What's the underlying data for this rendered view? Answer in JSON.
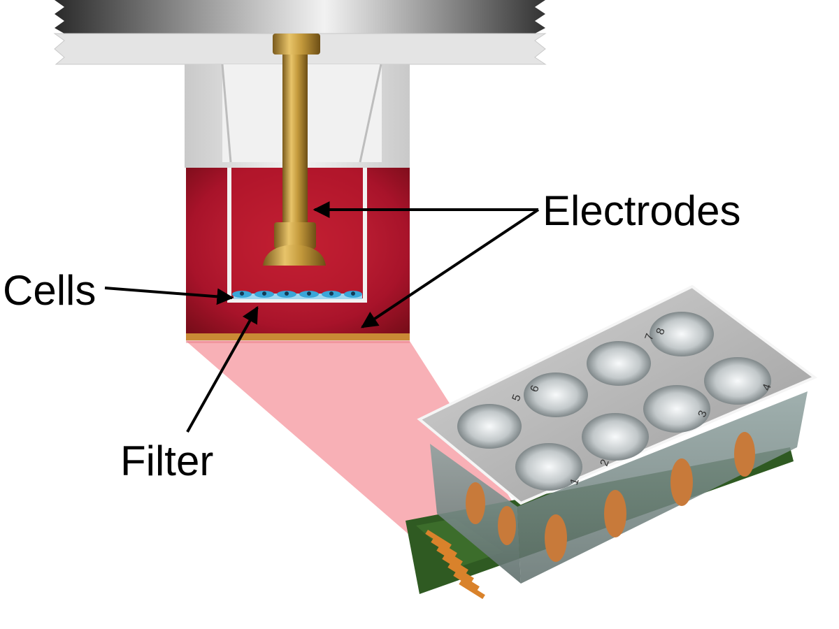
{
  "labels": {
    "electrodes": "Electrodes",
    "cells": "Cells",
    "filter": "Filter"
  },
  "colors": {
    "medium": "#b01528",
    "medium_dark": "#7a0d1a",
    "gold": "#c49a3c",
    "cell": "#3aa6d8",
    "beam": "#f2707a",
    "chip_board": "#2f5a22",
    "contact_pad": "#d9822b"
  },
  "icons": {
    "instrument": "instrument-head",
    "electrode": "electrode-rod",
    "chip": "8-well-electrode-array"
  },
  "chip_well_numbers": [
    "1",
    "2",
    "3",
    "4",
    "5",
    "6",
    "7",
    "8"
  ]
}
